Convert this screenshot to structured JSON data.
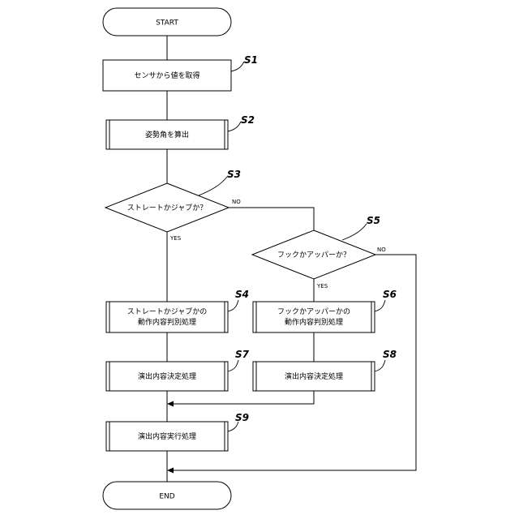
{
  "nodes": {
    "start": "START",
    "s1": "センサから値を取得",
    "s2": "姿勢角を算出",
    "s3": "ストレートかジャブか？",
    "s4": [
      "ストレートかジャブかの",
      "動作内容判別処理"
    ],
    "s5": "フックかアッパーか？",
    "s6": [
      "フックかアッパーかの",
      "動作内容判別処理"
    ],
    "s7": "演出内容決定処理",
    "s8": "演出内容決定処理",
    "s9": "演出内容実行処理",
    "end": "END"
  },
  "branches": {
    "s3_no": "NO",
    "s3_yes": "YES",
    "s5_no": "NO",
    "s5_yes": "YES"
  },
  "steps": {
    "s1": "S1",
    "s2": "S2",
    "s3": "S3",
    "s4": "S4",
    "s5": "S5",
    "s6": "S6",
    "s7": "S7",
    "s8": "S8",
    "s9": "S9"
  }
}
